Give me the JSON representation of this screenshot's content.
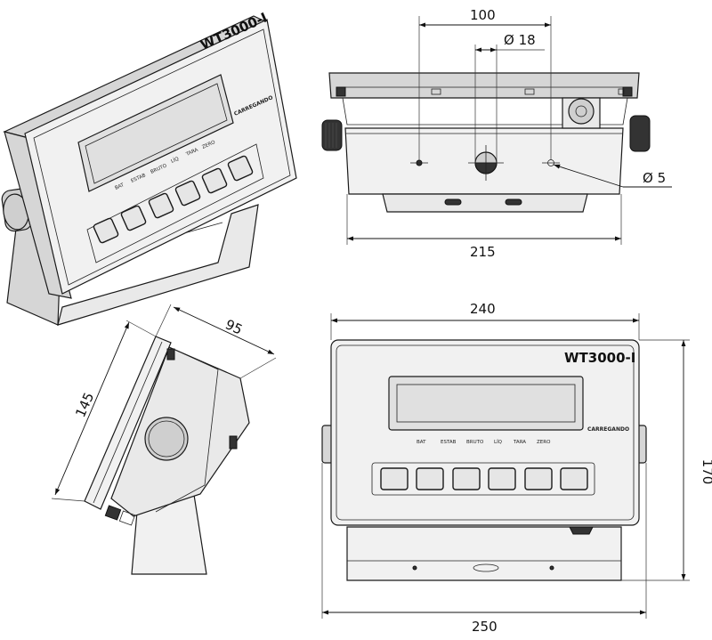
{
  "model_label": "WT3000-I",
  "brand_label": "CARREGANDO",
  "key_labels": [
    "BAT",
    "ESTAB",
    "BRUTO",
    "LÍQ",
    "TARA",
    "ZERO"
  ],
  "dimensions": {
    "hole_spacing": "100",
    "center_hole": "Ø 18",
    "side_hole": "Ø 5",
    "bracket_width": "215",
    "depth": "95",
    "side_height": "145",
    "front_width": "240",
    "front_height": "170",
    "total_width": "250"
  }
}
